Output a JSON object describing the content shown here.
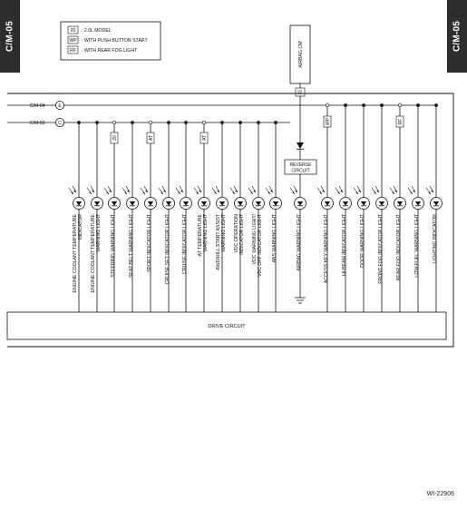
{
  "tabs": {
    "left": "C/M-05",
    "right": "C/M-05"
  },
  "legend": [
    {
      "code": "20",
      "text": ": 2.0L MODEL"
    },
    {
      "code": "WP",
      "text": ": WITH PUSH BUTTON START"
    },
    {
      "code": "RF",
      "text": ": WITH REAR FOG LIGHT"
    }
  ],
  "airbag_cm": "AIRBAG CM",
  "airbag_pin": "31",
  "connectors": [
    {
      "ref": "C/M-04",
      "pin": "E"
    },
    {
      "ref": "C/M-03",
      "pin": "C"
    }
  ],
  "reverse_circuit": {
    "line1": "REVERSE",
    "line2": "CIRCUIT"
  },
  "branch_tags": [
    "20",
    "AT",
    "AT",
    "WP",
    "RF"
  ],
  "lights": [
    {
      "name": "ENGINE COOLANT TEMPERATURE INDICATOR",
      "lines": [
        "ENGINE COOLANT TEMPERATURE",
        "INDICATOR"
      ]
    },
    {
      "name": "ENGINE COOLANT TEMPERATURE WARNING LIGHT",
      "lines": [
        "ENGINE COOLANT TEMPERATURE",
        "WARNING LIGHT"
      ]
    },
    {
      "name": "STEERING WARNING LIGHT",
      "lines": [
        "STEERING WARNING LIGHT"
      ]
    },
    {
      "name": "SEAT BELT WARNING LIGHT",
      "lines": [
        "SEAT BELT WARNING LIGHT"
      ]
    },
    {
      "name": "SPORT INDICATOR LIGHT",
      "lines": [
        "SPORT INDICATOR LIGHT"
      ]
    },
    {
      "name": "CRUISE SET INDICATOR LIGHT",
      "lines": [
        "CRUISE SET INDICATOR LIGHT"
      ]
    },
    {
      "name": "CRUISE INDICATOR LIGHT",
      "lines": [
        "CRUISE INDICATOR LIGHT"
      ]
    },
    {
      "name": "AT TEMPERATURE WARNING LIGHT",
      "lines": [
        "AT TEMPERATURE",
        "WARNING LIGHT"
      ]
    },
    {
      "name": "AWD/HILL START ASSIST WARNING LIGHT",
      "lines": [
        "AWD/HILL START ASSIST",
        "WARNING LIGHT"
      ]
    },
    {
      "name": "VDC OPERATION INDICATOR LIGHT",
      "lines": [
        "VDC OPERATION",
        "INDICATOR LIGHT"
      ]
    },
    {
      "name": "VDC WARNING LIGHT / VDC OFF INDICATOR LIGHT",
      "lines": [
        "VDC WARNING LIGHT/",
        "VDC OFF INDICATOR LIGHT"
      ]
    },
    {
      "name": "ABS WARNING LIGHT",
      "lines": [
        "ABS WARNING LIGHT"
      ]
    },
    {
      "name": "AIRBAG WARNING LIGHT",
      "lines": [
        "AIRBAG WARNING LIGHT"
      ]
    },
    {
      "name": "ACCESS KEY WARNING LIGHT",
      "lines": [
        "ACCESS KEY WARNING LIGHT"
      ]
    },
    {
      "name": "HI-BEAM INDICATOR LIGHT",
      "lines": [
        "HI-BEAM INDICATOR LIGHT"
      ]
    },
    {
      "name": "DOOR WARNING LIGHT",
      "lines": [
        "DOOR WARNING LIGHT"
      ]
    },
    {
      "name": "FRONT FOG INDICATOR LIGHT",
      "lines": [
        "FRONT FOG INDICATOR LIGHT"
      ]
    },
    {
      "name": "REAR FOG INDICATOR LIGHT",
      "lines": [
        "REAR FOG INDICATOR LIGHT"
      ]
    },
    {
      "name": "LOW-FUEL WARNING LIGHT",
      "lines": [
        "LOW-FUEL WARNING LIGHT"
      ]
    },
    {
      "name": "LIGHTING INDICATOR",
      "lines": [
        "LIGHTING INDICATOR"
      ]
    }
  ],
  "drive_circuit": "DRIVE CIRCUIT",
  "figure_id": "WI-22906"
}
